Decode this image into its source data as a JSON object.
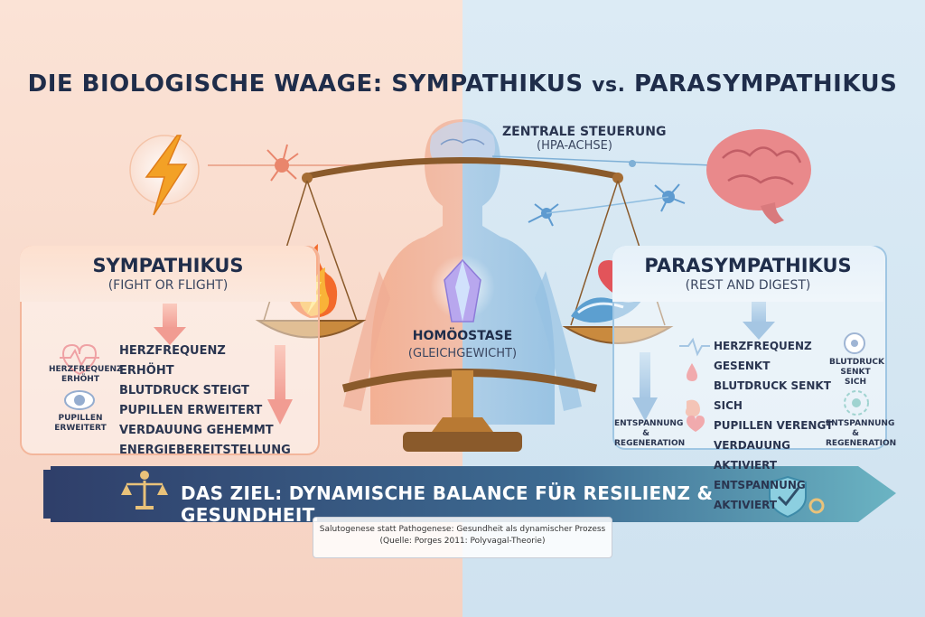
{
  "title": {
    "main": "DIE BIOLOGISCHE WAAGE: SYMPATHIKUS",
    "vs": "vs.",
    "end": "PARASYMPATHIKUS"
  },
  "central": {
    "line1": "ZENTRALE STEUERUNG",
    "line2": "(HPA-ACHSE)"
  },
  "left": {
    "heading": "SYMPATHIKUS",
    "subheading": "(FIGHT OR FLIGHT)",
    "items": [
      "HERZFREQUENZ ERHÖHT",
      "BLUTDRUCK STEIGT",
      "PUPILLEN ERWEITERT",
      "VERDAUUNG GEHEMMT",
      "ENERGIEBEREITSTELLUNG"
    ],
    "icon1_label": "HERZFREQUENZ ERHÖHT",
    "icon2_label": "PUPILLEN ERWEITERT"
  },
  "right": {
    "heading": "PARASYMPATHIKUS",
    "subheading": "(REST AND DIGEST)",
    "items": [
      "HERZFREQUENZ GESENKT",
      "BLUTDRUCK SENKT SICH",
      "PUPILLEN VERENGT",
      "VERDAUUNG AKTIVIERT",
      "ENTSPANNUNG AKTIVIERT"
    ],
    "side_label_top": "BLUTDRUCK SENKT SICH",
    "side_label_bottom": "ENTSPANNUNG & REGENERATION",
    "left_label": "ENTSPANNUNG & REGENERATION"
  },
  "center": {
    "line1": "HOMÖOSTASE",
    "line2": "(GLEICHGEWICHT)"
  },
  "banner": {
    "text": "DAS ZIEL: DYNAMISCHE BALANCE FÜR RESILIENZ & GESUNDHEIT."
  },
  "source": {
    "line1": "Salutogenese statt Pathogenese: Gesundheit als dynamischer Prozess",
    "line2": "(Quelle: Porges 2011: Polyvagal-Theorie)"
  },
  "colors": {
    "sympathetic": "#e8664a",
    "parasympathetic": "#4a8cc7",
    "banner_left": "#2f3f6a",
    "banner_right": "#5aa9b8"
  }
}
